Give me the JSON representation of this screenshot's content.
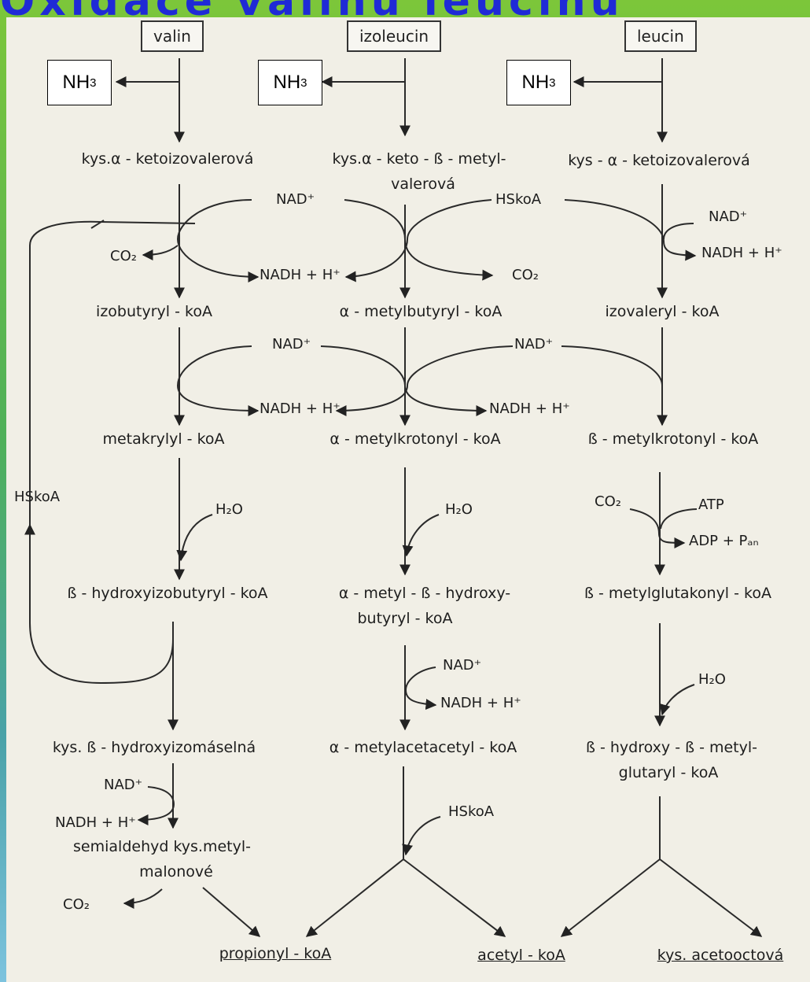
{
  "title": "Oxidace valinu leucinu",
  "amino_acids": {
    "valine": "valin",
    "isoleucine": "izoleucin",
    "leucine": "leucin"
  },
  "nh3": {
    "base": "NH",
    "sub": "3"
  },
  "valine_path": {
    "keto_acid": "kys.α - ketoizovalerová",
    "acyl_coa": "izobutyryl - koA",
    "enoyl_coa": "metakrylyl - koA",
    "hydroxy_coa": "ß - hydroxyizobutyryl - koA",
    "hydroxy_acid": "kys. ß - hydroxyizomáselná",
    "semialdehyde_line1": "semialdehyd kys.metyl-",
    "semialdehyde_line2": "malonové"
  },
  "isoleucine_path": {
    "keto_acid_line1": "kys.α - keto - ß - metyl-",
    "keto_acid_line2": "valerová",
    "acyl_coa": "α - metylbutyryl - koA",
    "enoyl_coa": "α - metylkrotonyl - koA",
    "hydroxy_line1": "α - metyl - ß - hydroxy-",
    "hydroxy_line2": "butyryl - koA",
    "acetoacetyl": "α - metylacetacetyl - koA"
  },
  "leucine_path": {
    "keto_acid": "kys - α - ketoizovalerová",
    "acyl_coa": "izovaleryl - koA",
    "enoyl_coa": "ß - metylkrotonyl - koA",
    "glutaconyl": "ß - metylglutakonyl - koA",
    "hmg_line1": "ß - hydroxy - ß - metyl-",
    "hmg_line2": "glutaryl - koA"
  },
  "cofactors": {
    "nad": "NAD⁺",
    "nadh": "NADH + H⁺",
    "co2": "CO₂",
    "hskoa": "HSkoA",
    "h2o": "H₂O",
    "atp": "ATP",
    "adp_pi": "ADP + Pₐₙ"
  },
  "products": {
    "propionyl": "propionyl - koA",
    "acetyl": "acetyl - koA",
    "acetoacetate": "kys. acetooctová"
  }
}
